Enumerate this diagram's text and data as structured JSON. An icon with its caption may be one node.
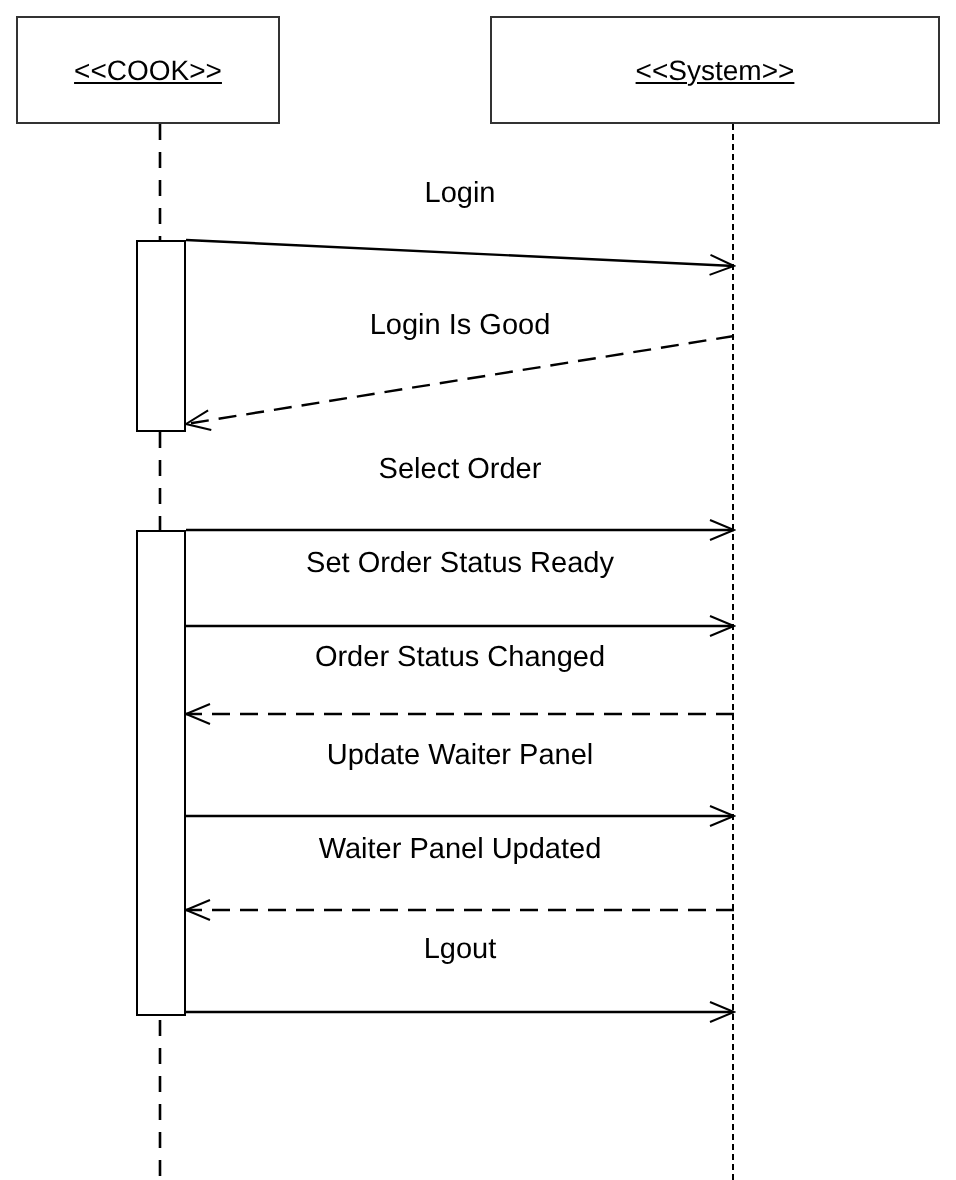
{
  "diagram": {
    "nodes": [
      {
        "text": [
          "<<COOK>>"
        ]
      },
      {
        "text": [
          "<<System>>"
        ]
      },
      {
        "text": [],
        "shape": "bar"
      },
      {
        "text": [],
        "shape": "bar"
      },
      {
        "text": [],
        "shape": "line"
      }
    ],
    "edges": [
      {
        "from": 2,
        "to": 4,
        "arrow": "to",
        "label": "Login"
      },
      {
        "from": 4,
        "to": 2,
        "arrow": "to",
        "label": "Login Is Good",
        "style": "dashed"
      },
      {
        "from": 3,
        "to": 4,
        "arrow": "to",
        "label": "Select Order"
      },
      {
        "from": 3,
        "to": 4,
        "arrow": "to",
        "label": "Set Order Status Ready"
      },
      {
        "from": 4,
        "to": 3,
        "arrow": "to",
        "label": "Order Status Changed",
        "style": "dashed"
      },
      {
        "from": 3,
        "to": 4,
        "arrow": "to",
        "label": "Update Waiter Panel"
      },
      {
        "from": 4,
        "to": 3,
        "arrow": "to",
        "label": "Waiter Panel Updated",
        "style": "dashed"
      },
      {
        "from": 3,
        "to": 4,
        "arrow": "to",
        "label": "Lgout"
      }
    ]
  }
}
